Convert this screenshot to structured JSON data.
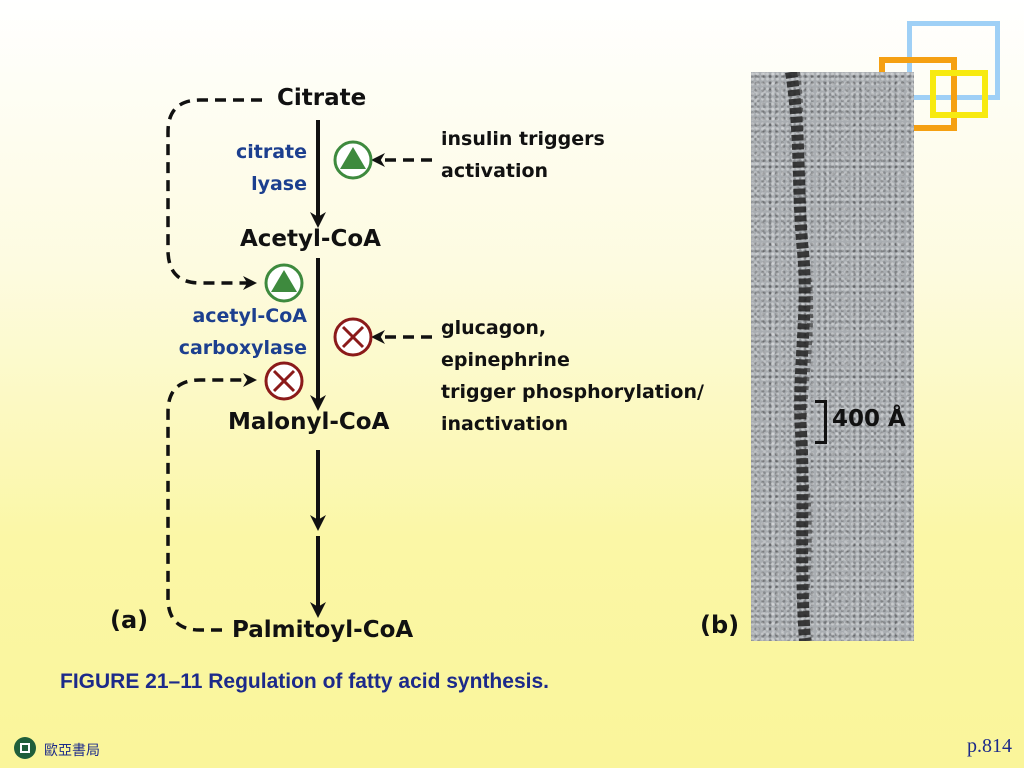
{
  "panel_a": {
    "label": "(a)",
    "nodes": {
      "citrate": "Citrate",
      "acetyl_coa": "Acetyl-CoA",
      "malonyl_coa": "Malonyl-CoA",
      "palmitoyl_coa": "Palmitoyl-CoA"
    },
    "enzymes": {
      "citrate_lyase": [
        "citrate",
        "lyase"
      ],
      "acetyl_coa_carboxylase": [
        "acetyl-CoA",
        "carboxylase"
      ]
    },
    "regulation": {
      "insulin": [
        "insulin triggers",
        "activation"
      ],
      "glucagon": [
        "glucagon,",
        "epinephrine",
        "trigger phosphorylation/",
        "inactivation"
      ]
    },
    "symbols": {
      "activate": "activation-triangle-icon",
      "inhibit": "inhibition-x-icon"
    },
    "colors": {
      "enzyme_text": "#1c3f8f",
      "activation_green": "#3e8a3e",
      "inhibition_red": "#8b1a1a"
    }
  },
  "panel_b": {
    "label": "(b)",
    "scale_label": "400 Å"
  },
  "caption": "FIGURE 21–11 Regulation of fatty acid synthesis.",
  "footer": {
    "publisher": "歐亞書局",
    "logo": "publisher-logo-icon",
    "page": "p.814"
  },
  "decoration": {
    "colors": {
      "blue": "#9fd0f6",
      "orange": "#f5a012",
      "yellow": "#f7ea10"
    }
  }
}
